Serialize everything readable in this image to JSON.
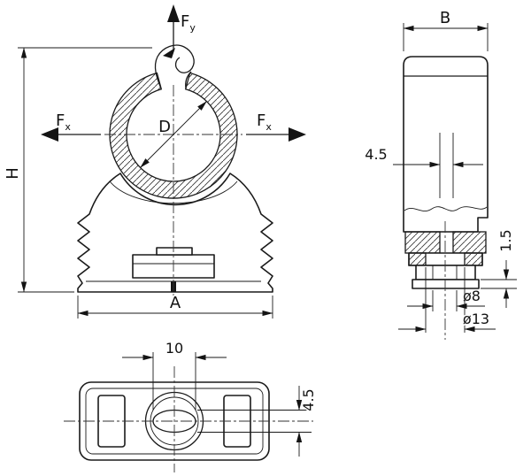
{
  "drawing": {
    "background": "#ffffff",
    "ink": "#1a1a1a",
    "front_view": {
      "force_up": {
        "symbol": "F",
        "sub": "y"
      },
      "force_left": {
        "symbol": "F",
        "sub": "x"
      },
      "force_right": {
        "symbol": "F",
        "sub": "x"
      },
      "diameter": "D",
      "height": "H",
      "width": "A"
    },
    "side_view": {
      "width": "B",
      "slot_width": "4.5",
      "flange_thickness": "1.5",
      "hole_small": "ø8",
      "hole_large": "ø13"
    },
    "bottom_view": {
      "slot_length": "10",
      "slot_width": "4.5"
    }
  }
}
